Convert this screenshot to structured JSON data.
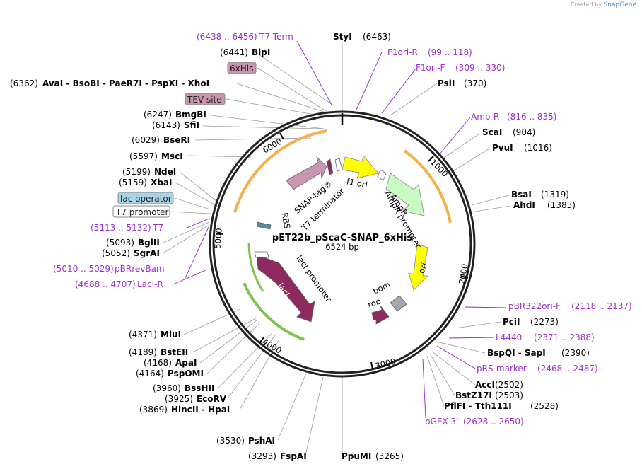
{
  "credit": {
    "text": "Created by",
    "brand": "SnapGene"
  },
  "plasmid": {
    "name": "pET22b_pScaC-SNAP_6xHis",
    "size": "6524 bp"
  },
  "ticks": [
    "1000",
    "2000",
    "3000",
    "4000",
    "5000",
    "6000"
  ],
  "features": {
    "snap": "SNAP-tag®",
    "t7term": "T7 terminator",
    "f1ori": "f1 ori",
    "ampr": "AmpR",
    "amprprom": "AmpR promoter",
    "ori": "ori",
    "bom": "bom",
    "rop": "rop",
    "laci": "lacI",
    "laciprom": "lacI promoter",
    "rbs": "RBS"
  },
  "left_labels": {
    "t7term_primer": {
      "pos": "(6438 .. 6456)",
      "name": "T7 Term"
    },
    "blpi": {
      "pos": "(6441)",
      "name": "BlpI"
    },
    "sixhis": "6xHis",
    "ava": {
      "pos": "(6362)",
      "name": "AvaI - BsoBI - PaeR7I - PspXI - XhoI"
    },
    "tev": "TEV site",
    "bmgbi": {
      "pos": "(6247)",
      "name": "BmgBI"
    },
    "sfii": {
      "pos": "(6143)",
      "name": "SfiI"
    },
    "beseri": {
      "pos": "(6029)",
      "name": "BseRI"
    },
    "msci": {
      "pos": "(5597)",
      "name": "MscI"
    },
    "ndei": {
      "pos": "(5199)",
      "name": "NdeI"
    },
    "xbai": {
      "pos": "(5159)",
      "name": "XbaI"
    },
    "lacop": "lac operator",
    "t7prom": "T7 promoter",
    "t7primer": {
      "pos": "(5113 .. 5132)",
      "name": "T7"
    },
    "bglii": {
      "pos": "(5093)",
      "name": "BglII"
    },
    "sgrai": {
      "pos": "(5052)",
      "name": "SgrAI"
    },
    "pbrrev": {
      "pos": "(5010 .. 5029)",
      "name": "pBRrevBam"
    },
    "laciR": {
      "pos": "(4688 .. 4707)",
      "name": "LacI-R"
    },
    "mlui": {
      "pos": "(4371)",
      "name": "MluI"
    },
    "bsteii": {
      "pos": "(4189)",
      "name": "BstEII"
    },
    "apai": {
      "pos": "(4168)",
      "name": "ApaI"
    },
    "pspomi": {
      "pos": "(4164)",
      "name": "PspOMI"
    },
    "bsshii": {
      "pos": "(3960)",
      "name": "BssHII"
    },
    "ecorv": {
      "pos": "(3925)",
      "name": "EcoRV"
    },
    "hincii": {
      "pos": "(3869)",
      "name": "HincII - HpaI"
    },
    "pshai": {
      "pos": "(3530)",
      "name": "PshAI"
    },
    "fspai": {
      "pos": "(3293)",
      "name": "FspAI"
    },
    "puumi": {
      "pos": "(3265)",
      "name": "PpuMI"
    }
  },
  "right_labels": {
    "styi": {
      "pos": "(6463)",
      "name": "StyI"
    },
    "f1oriR": {
      "pos": "(99 .. 118)",
      "name": "F1ori-R"
    },
    "f1oriF": {
      "pos": "(309 .. 330)",
      "name": "F1ori-F"
    },
    "psii": {
      "pos": "(370)",
      "name": "PsiI"
    },
    "ampR_primer": {
      "pos": "(816 .. 835)",
      "name": "Amp-R"
    },
    "scai": {
      "pos": "(904)",
      "name": "ScaI"
    },
    "pvui": {
      "pos": "(1016)",
      "name": "PvuI"
    },
    "bsai": {
      "pos": "(1319)",
      "name": "BsaI"
    },
    "ahdi": {
      "pos": "(1385)",
      "name": "AhdI"
    },
    "pbr322": {
      "pos": "(2118 .. 2137)",
      "name": "pBR322ori-F"
    },
    "pcii": {
      "pos": "(2273)",
      "name": "PciI"
    },
    "l4440": {
      "pos": "(2371 .. 2388)",
      "name": "L4440"
    },
    "bspqi": {
      "pos": "(2390)",
      "name": "BspQI - SapI"
    },
    "prs": {
      "pos": "(2468 .. 2487)",
      "name": "pRS-marker"
    },
    "acci": {
      "pos": "(2502)",
      "name": "AccI"
    },
    "bstz": {
      "pos": "(2503)",
      "name": "BstZ17I"
    },
    "pflfi": {
      "pos": "(2528)",
      "name": "PflFI - Tth111I"
    },
    "pgex": {
      "pos": "(2628 .. 2650)",
      "name": "pGEX 3'"
    }
  },
  "colors": {
    "primer": "#9b30d0",
    "snap": "#c996b2",
    "f1ori": "#ffff00",
    "ampr": "#c8fcc3",
    "laci": "#8f2a5f",
    "lacprom": "#8fd36a",
    "orange": "#f5b04a",
    "bom": "#a0a8b0",
    "lacop_box": "#a9d4e4"
  }
}
